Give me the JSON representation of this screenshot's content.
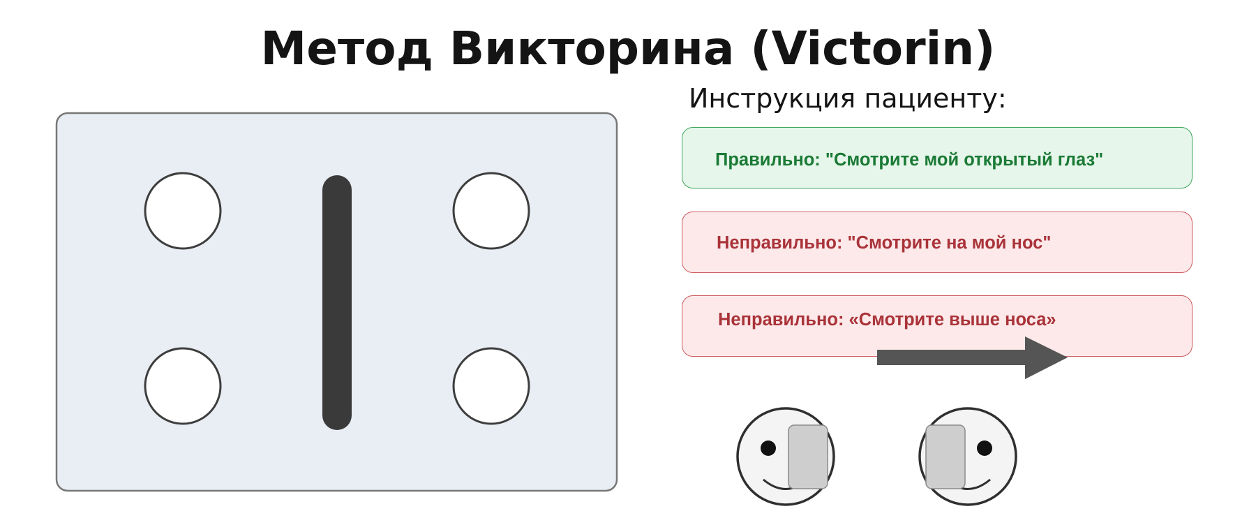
{
  "title": "Метод Викторина (Victorin)",
  "instruction_heading": "Инструкция пациенту:",
  "instructions": [
    {
      "status": "correct",
      "text": "Правильно: \"Смотрите мой открытый глаз\""
    },
    {
      "status": "incorrect",
      "text": "Неправильно: \"Смотрите на мой нос\""
    },
    {
      "status": "incorrect",
      "text": "Неправильно: «Смотрите выше носа»"
    }
  ],
  "colors": {
    "correct_text": "#1a7a35",
    "correct_bg": "#e6f6ea",
    "incorrect_text": "#a93339",
    "incorrect_bg": "#fde9ea",
    "panel_bg": "#e9eef4",
    "bar": "#3a3a3a",
    "arrow": "#555555"
  },
  "icons": {
    "circles": "circle-icon",
    "bar": "vertical-bar",
    "arrow": "arrow-right-icon",
    "faces": "face-with-occluder-icon"
  }
}
